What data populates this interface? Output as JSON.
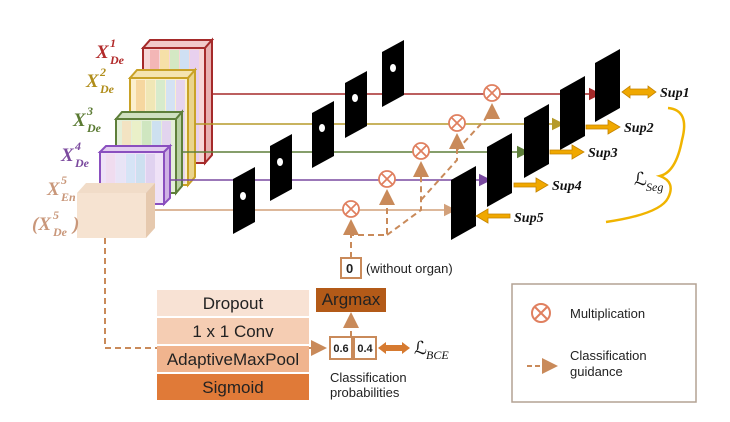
{
  "feature_labels": [
    {
      "base": "X",
      "sup": "1",
      "sub": "De",
      "color": "#b22a2a"
    },
    {
      "base": "X",
      "sup": "2",
      "sub": "De",
      "color": "#b08d1a"
    },
    {
      "base": "X",
      "sup": "3",
      "sub": "De",
      "color": "#5a7a32"
    },
    {
      "base": "X",
      "sup": "4",
      "sub": "De",
      "color": "#7b4a9e"
    },
    {
      "base": "X",
      "sup": "5",
      "sub": "En",
      "color": "#c9977a"
    },
    {
      "base": "(X",
      "sup": "5",
      "sub": "De",
      "close": ")",
      "color": "#c9977a"
    }
  ],
  "sup_labels": [
    "Sup1",
    "Sup2",
    "Sup3",
    "Sup4",
    "Sup5"
  ],
  "loss_seg": {
    "script": "ℒ",
    "sub": "Seg"
  },
  "loss_bce": {
    "script": "ℒ",
    "sub": "BCE"
  },
  "classifier_stack": [
    "Dropout",
    "1 x 1 Conv",
    "AdaptiveMaxPool",
    "Sigmoid"
  ],
  "argmax_label": "Argmax",
  "zero_value": "0",
  "without_organ": "(without organ)",
  "probabilities": [
    "0.6",
    "0.4"
  ],
  "prob_caption": [
    "Classification",
    "probabilities"
  ],
  "legend": {
    "multiplication": "Multiplication",
    "guidance": [
      "Classification",
      "guidance"
    ]
  },
  "colors": {
    "red": "#a52a2a",
    "gold": "#b59a2a",
    "green": "#5e7f3a",
    "purple": "#7a4aa0",
    "tan": "#d2a07a",
    "orange_arrow": "#f0a800",
    "guide": "#c98a5a",
    "mult": "#e08060"
  }
}
